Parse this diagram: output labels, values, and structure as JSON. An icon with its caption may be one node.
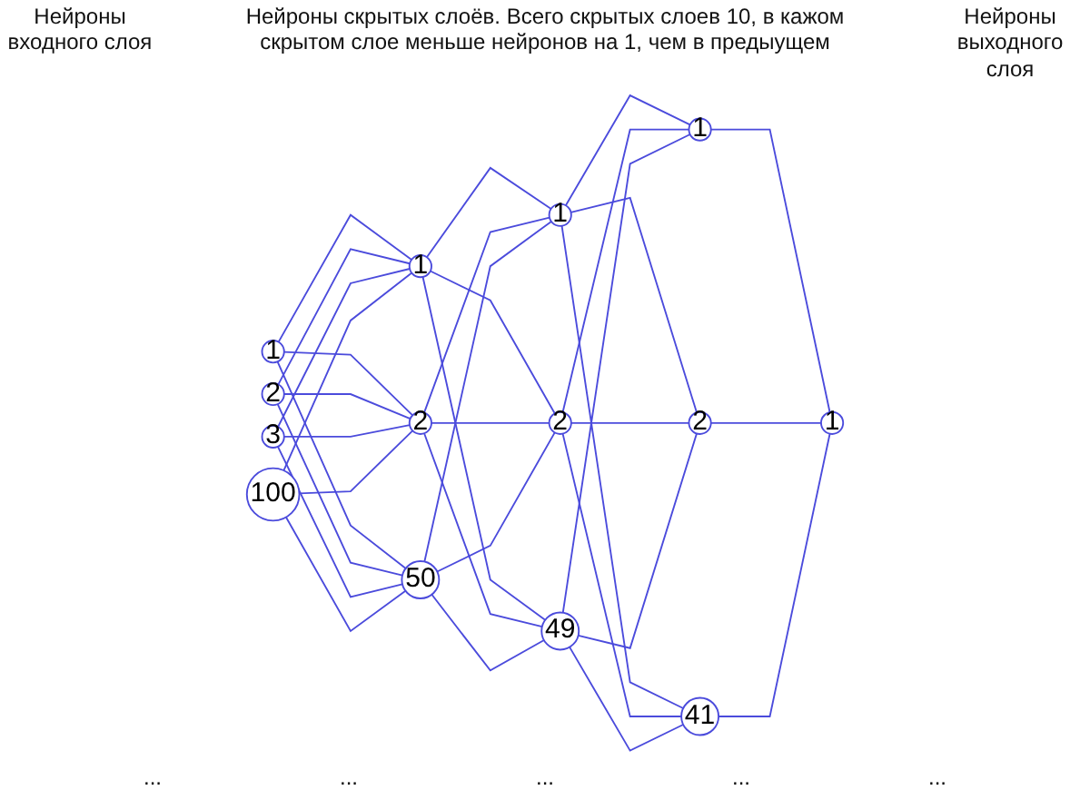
{
  "diagram": {
    "nodes": [
      {
        "text": [
          "1"
        ]
      },
      {
        "text": [
          "2"
        ]
      },
      {
        "text": [
          "3"
        ]
      },
      {
        "text": [
          "100"
        ]
      },
      {
        "text": [
          "1"
        ]
      },
      {
        "text": [
          "2"
        ]
      },
      {
        "text": [
          "50"
        ]
      },
      {
        "text": [
          "1"
        ]
      },
      {
        "text": [
          "2"
        ]
      },
      {
        "text": [
          "49"
        ]
      },
      {
        "text": [
          "1"
        ]
      },
      {
        "text": [
          "2"
        ]
      },
      {
        "text": [
          "41"
        ]
      },
      {
        "text": [
          "1"
        ]
      }
    ],
    "edges": [
      {
        "from": 0,
        "to": 4,
        "arrow": "none"
      },
      {
        "from": 0,
        "to": 5,
        "arrow": "none"
      },
      {
        "from": 0,
        "to": 6,
        "arrow": "none"
      },
      {
        "from": 1,
        "to": 4,
        "arrow": "none"
      },
      {
        "from": 1,
        "to": 5,
        "arrow": "none"
      },
      {
        "from": 1,
        "to": 6,
        "arrow": "none"
      },
      {
        "from": 2,
        "to": 4,
        "arrow": "none"
      },
      {
        "from": 2,
        "to": 5,
        "arrow": "none"
      },
      {
        "from": 2,
        "to": 6,
        "arrow": "none"
      },
      {
        "from": 3,
        "to": 4,
        "arrow": "none"
      },
      {
        "from": 3,
        "to": 5,
        "arrow": "none"
      },
      {
        "from": 3,
        "to": 6,
        "arrow": "none"
      },
      {
        "from": 4,
        "to": 7,
        "arrow": "none"
      },
      {
        "from": 4,
        "to": 8,
        "arrow": "none"
      },
      {
        "from": 4,
        "to": 9,
        "arrow": "none"
      },
      {
        "from": 5,
        "to": 7,
        "arrow": "none"
      },
      {
        "from": 5,
        "to": 8,
        "arrow": "none"
      },
      {
        "from": 5,
        "to": 9,
        "arrow": "none"
      },
      {
        "from": 6,
        "to": 7,
        "arrow": "none"
      },
      {
        "from": 6,
        "to": 8,
        "arrow": "none"
      },
      {
        "from": 6,
        "to": 9,
        "arrow": "none"
      },
      {
        "from": 7,
        "to": 10,
        "arrow": "none"
      },
      {
        "from": 7,
        "to": 11,
        "arrow": "none"
      },
      {
        "from": 7,
        "to": 12,
        "arrow": "none"
      },
      {
        "from": 8,
        "to": 10,
        "arrow": "none"
      },
      {
        "from": 8,
        "to": 11,
        "arrow": "none"
      },
      {
        "from": 8,
        "to": 12,
        "arrow": "none"
      },
      {
        "from": 9,
        "to": 10,
        "arrow": "none"
      },
      {
        "from": 9,
        "to": 11,
        "arrow": "none"
      },
      {
        "from": 9,
        "to": 12,
        "arrow": "none"
      },
      {
        "from": 10,
        "to": 13,
        "arrow": "none"
      },
      {
        "from": 11,
        "to": 13,
        "arrow": "none"
      },
      {
        "from": 12,
        "to": 13,
        "arrow": "none"
      }
    ],
    "labels": [
      "Нейроны входного слоя",
      "Нейроны скрытых слоёв. Всего скрытых слоев 10, в кажом скрытом слое меньше нейронов на 1, чем в предыущем",
      "Нейроны выходного слоя",
      "...",
      "...",
      "...",
      "...",
      "..."
    ]
  }
}
